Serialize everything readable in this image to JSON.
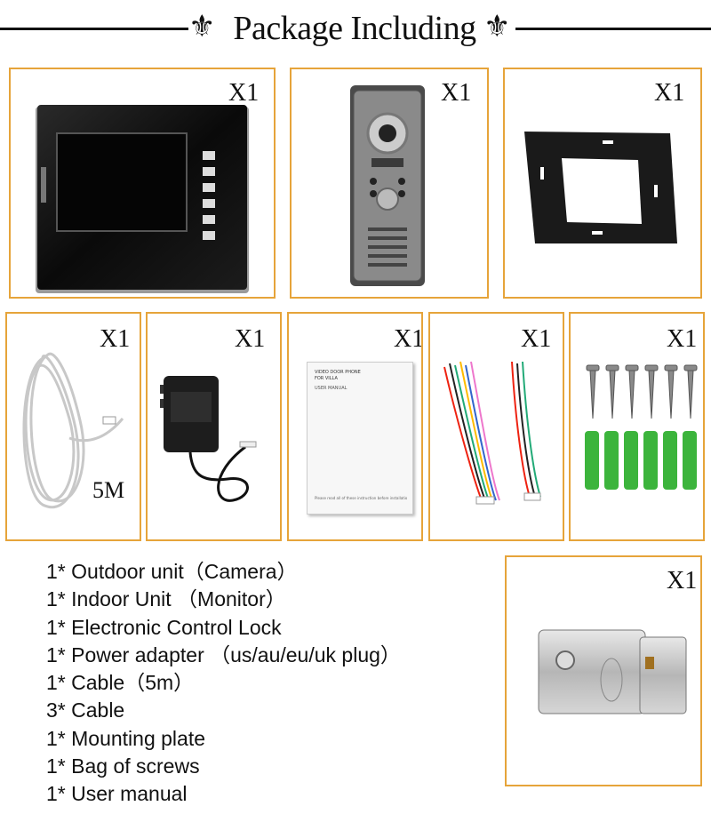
{
  "header": {
    "title": "Package Including",
    "ornament_icon": "fleur-de-lis-icon"
  },
  "items": [
    {
      "name": "monitor",
      "qty": "X1"
    },
    {
      "name": "doorbell-camera",
      "qty": "X1"
    },
    {
      "name": "mounting-plate",
      "qty": "X1"
    },
    {
      "name": "cable-5m",
      "qty": "X1",
      "label": "5M"
    },
    {
      "name": "power-adapter",
      "qty": "X1"
    },
    {
      "name": "user-manual",
      "qty": "X1",
      "manual_title": "VIDEO DOOR PHONE",
      "manual_subtitle": "FOR VILLA",
      "manual_heading": "USER MANUAL",
      "manual_footer": "Please read all of these instruction before installation."
    },
    {
      "name": "wires",
      "qty": "X1"
    },
    {
      "name": "screws",
      "qty": "X1"
    },
    {
      "name": "electric-lock",
      "qty": "X1"
    }
  ],
  "contents_list": [
    "1* Outdoor unit（Camera）",
    "1* Indoor Unit （Monitor）",
    "1* Electronic Control Lock",
    "1* Power adapter （us/au/eu/uk plug）",
    "1* Cable（5m）",
    "3* Cable",
    "1* Mounting plate",
    "1* Bag of screws",
    "1* User manual"
  ],
  "colors": {
    "frame": "#e6a43a",
    "screen": "#111111"
  }
}
